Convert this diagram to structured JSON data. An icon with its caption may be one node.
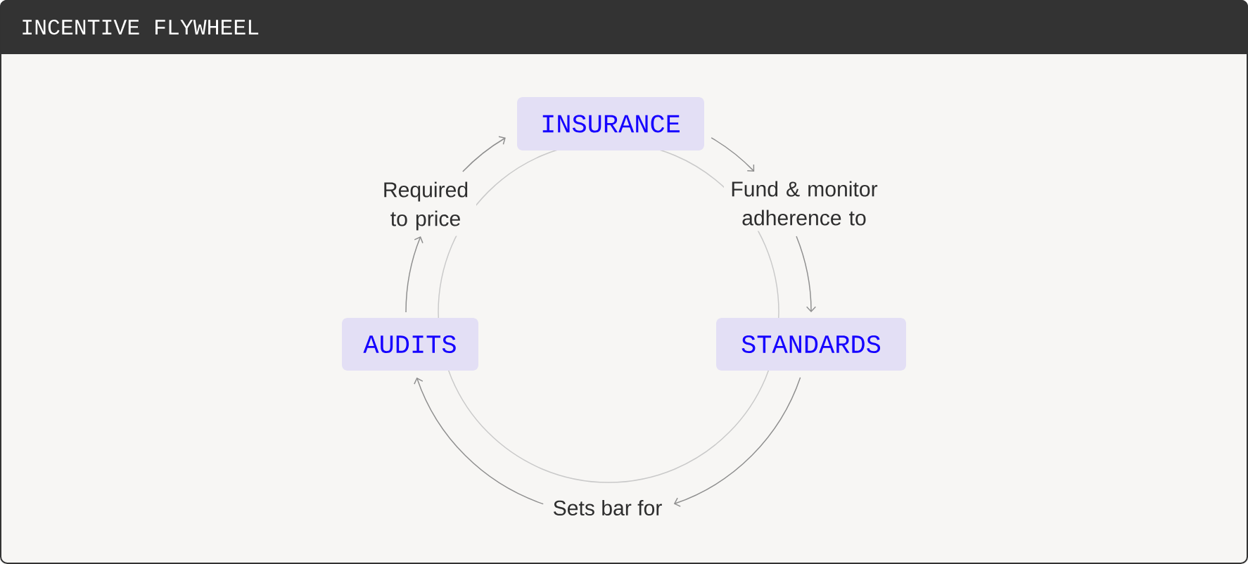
{
  "diagram": {
    "title": "INCENTIVE FLYWHEEL",
    "nodes": [
      {
        "text": [
          "INSURANCE"
        ]
      },
      {
        "text": [
          "Fund & monitor adherence to"
        ]
      },
      {
        "text": [
          "STANDARDS"
        ]
      },
      {
        "text": [
          "Sets bar for"
        ]
      },
      {
        "text": [
          "AUDITS"
        ]
      },
      {
        "text": [
          "Required to price"
        ]
      }
    ],
    "edges": [
      {
        "from": 0,
        "to": 1,
        "arrow": "to"
      },
      {
        "from": 1,
        "to": 2,
        "arrow": "to"
      },
      {
        "from": 2,
        "to": 3,
        "arrow": "to"
      },
      {
        "from": 3,
        "to": 4,
        "arrow": "to"
      },
      {
        "from": 4,
        "to": 5,
        "arrow": "to"
      },
      {
        "from": 5,
        "to": 0,
        "arrow": "to"
      }
    ]
  }
}
